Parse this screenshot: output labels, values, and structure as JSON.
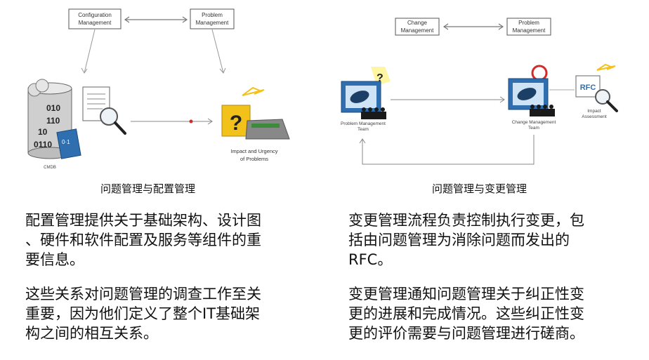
{
  "left_diagram": {
    "box_config": [
      "Configuration",
      "Management"
    ],
    "box_problem": [
      "Problem",
      "Management"
    ],
    "cmdb_label": "CMDB",
    "cmdb_bits": [
      "010",
      "110",
      "10",
      "0110"
    ],
    "impact_label": [
      "Impact and Urgency",
      "of Problems"
    ],
    "question_mark": "?"
  },
  "right_diagram": {
    "box_change": [
      "Change",
      "Management"
    ],
    "box_problem": [
      "Problem",
      "Management"
    ],
    "problem_team_label": [
      "Problem Management",
      "Team"
    ],
    "change_team_label": [
      "Change Management",
      "Team"
    ],
    "impact_assessment_label": [
      "Impact",
      "Assessment"
    ],
    "rfc_text": "RFC",
    "question_mark": "?"
  },
  "captions": {
    "left": "问题管理与配置管理",
    "right": "问题管理与变更管理"
  },
  "text": {
    "left_p1": [
      "配置管理提供关于基础架构、设计图",
      "、硬件和软件配置及服务等组件的重",
      "要信息。"
    ],
    "left_p2": [
      "这些关系对问题管理的调查工作至关",
      "重要，因为他们定义了整个IT基础架",
      "构之间的相互关系。"
    ],
    "right_p1": [
      "变更管理流程负责控制执行变更，包",
      "括由问题管理为消除问题而发出的",
      "RFC。"
    ],
    "right_p2": [
      "变更管理通知问题管理关于纠正性变",
      "更的进展和完成情况。这些纠正性变",
      "更的评价需要与问题管理进行磋商。"
    ]
  },
  "colors": {
    "accent_yellow": "#f2c21b",
    "accent_red": "#d42a2a",
    "accent_blue": "#2f6fb0",
    "team_dark": "#1a1a1a"
  }
}
